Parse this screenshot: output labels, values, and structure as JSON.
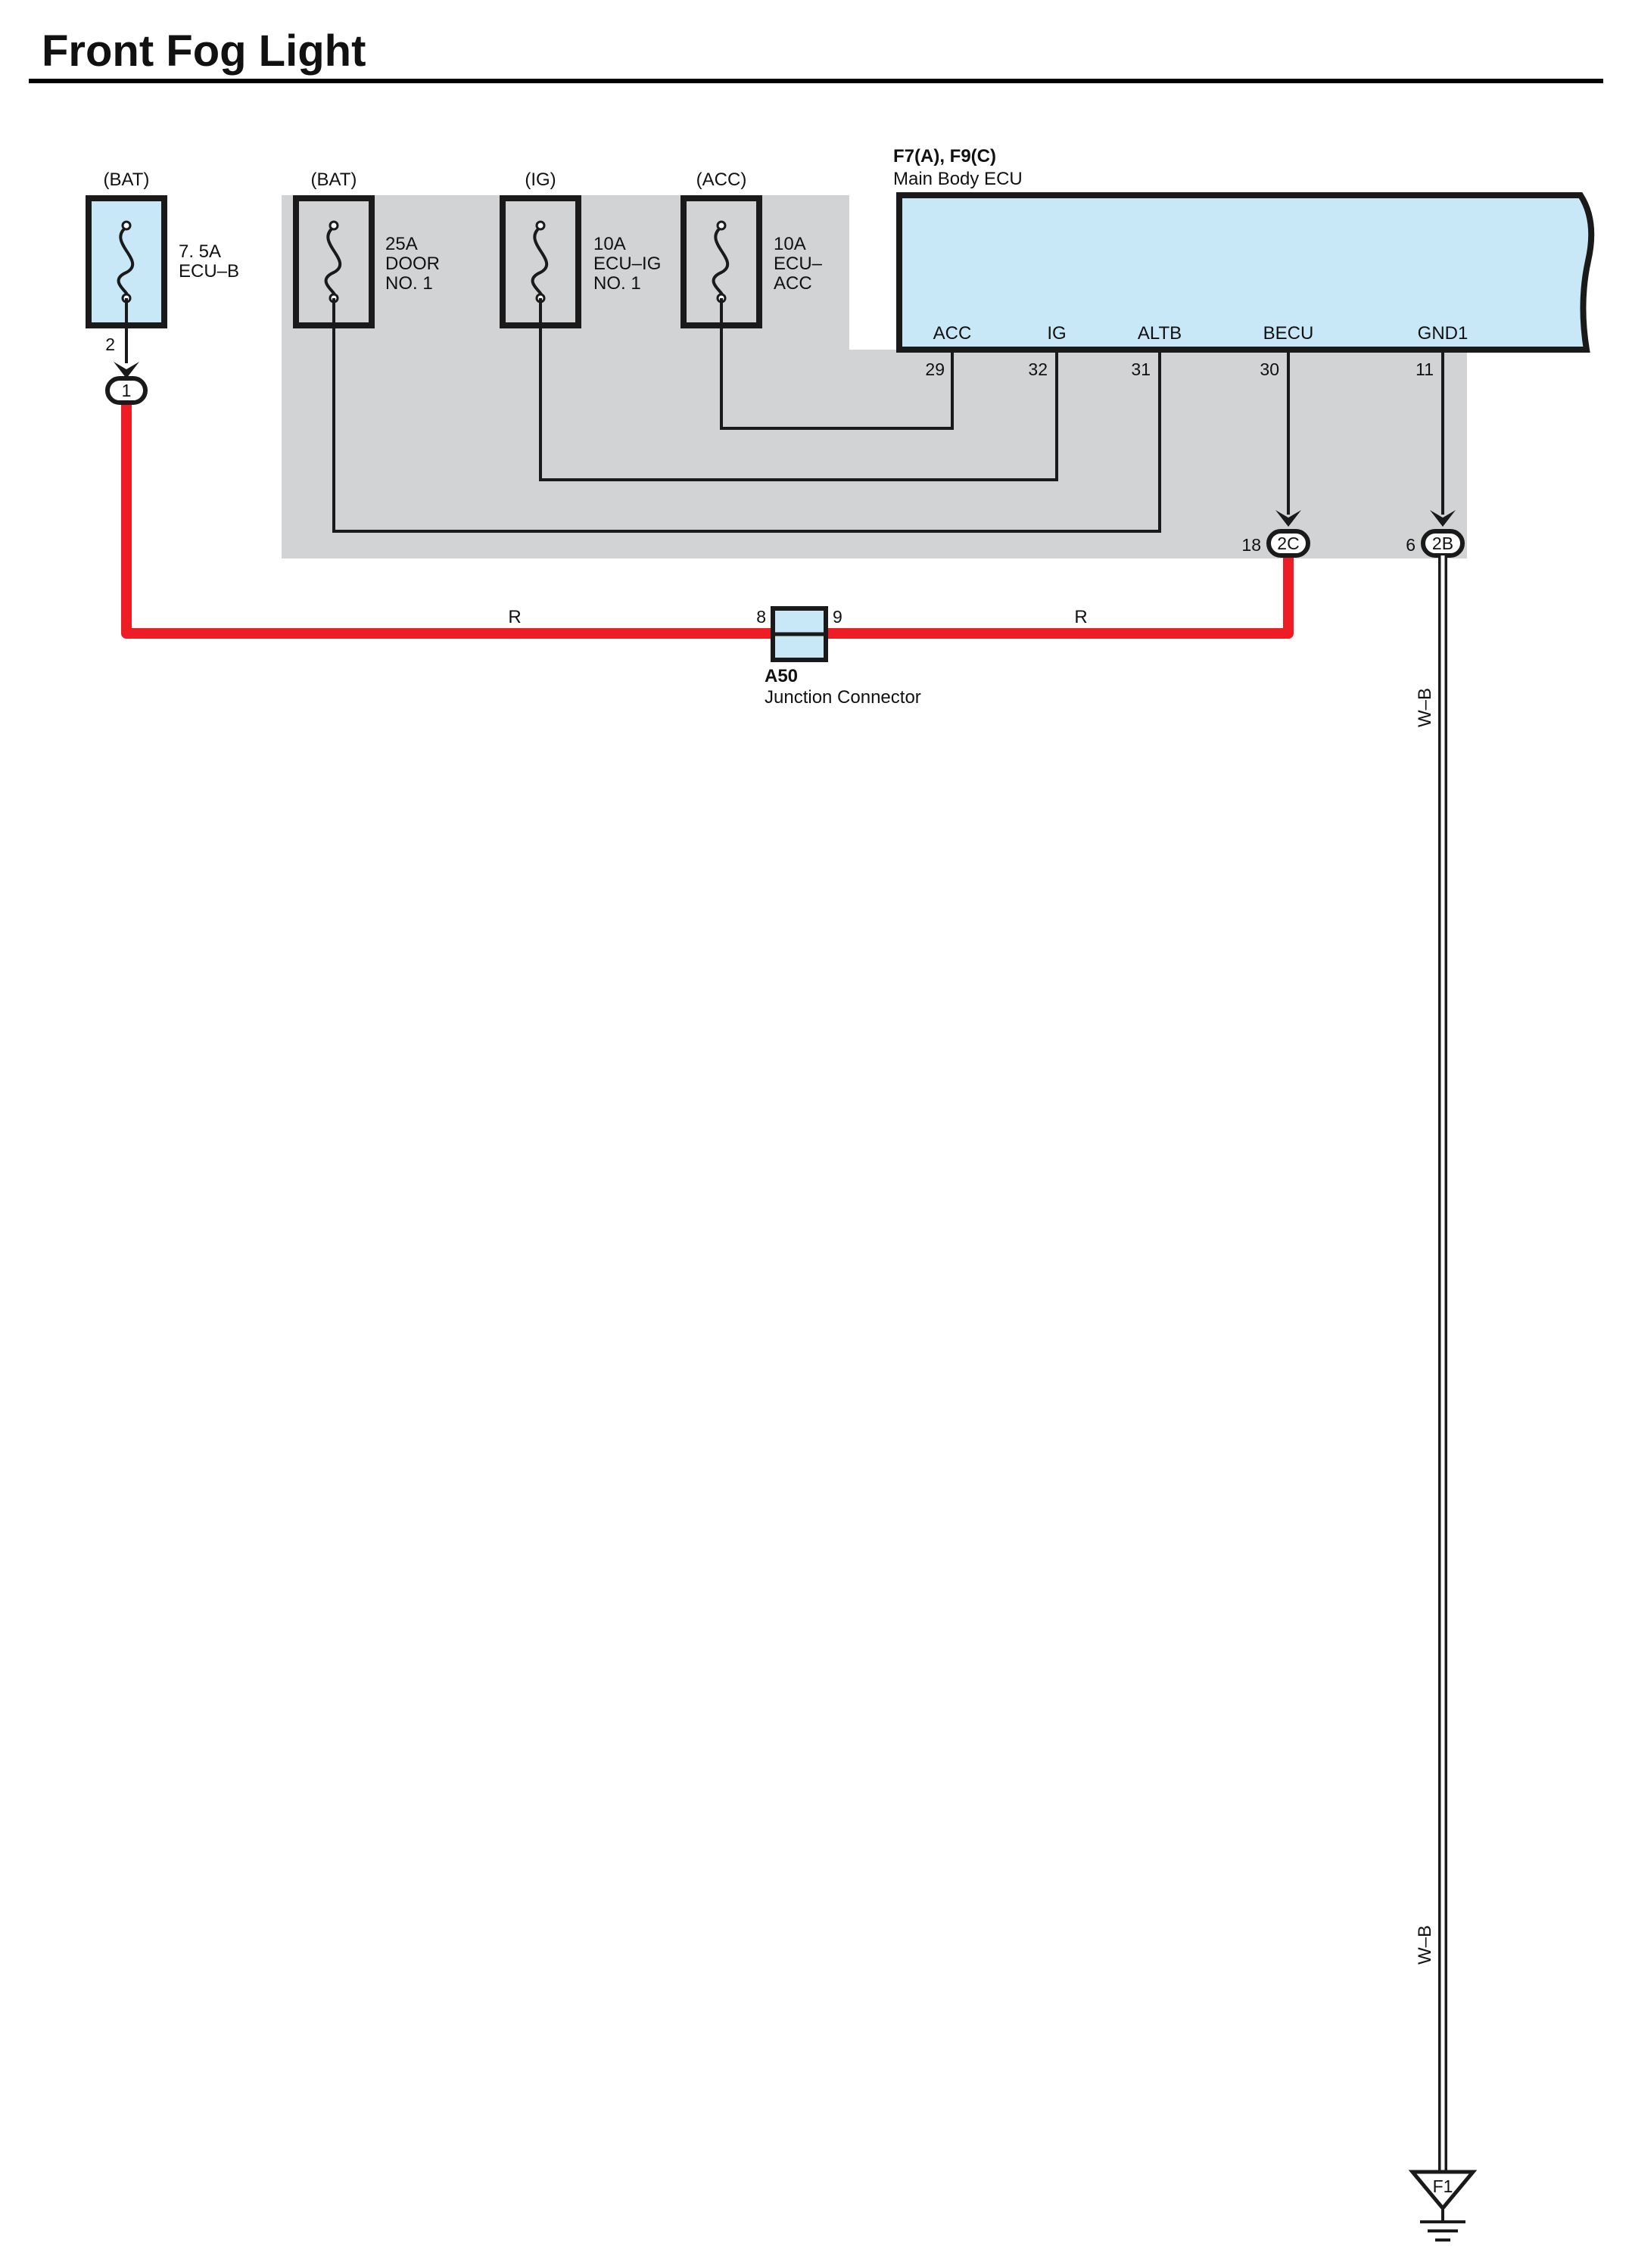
{
  "title": "Front Fog Light",
  "fuses": [
    {
      "source": "(BAT)",
      "rating": "7. 5A",
      "name1": "ECU–B",
      "name2": "",
      "pin_out": "2"
    },
    {
      "source": "(BAT)",
      "rating": "25A",
      "name1": "DOOR",
      "name2": "NO. 1"
    },
    {
      "source": "(IG)",
      "rating": "10A",
      "name1": "ECU–IG",
      "name2": "NO. 1"
    },
    {
      "source": "(ACC)",
      "rating": "10A",
      "name1": "ECU–",
      "name2": "ACC"
    }
  ],
  "ecu": {
    "code": "F7(A), F9(C)",
    "name": "Main Body ECU",
    "terminals": [
      {
        "name": "ACC",
        "pin": "29"
      },
      {
        "name": "IG",
        "pin": "32"
      },
      {
        "name": "ALTB",
        "pin": "31"
      },
      {
        "name": "BECU",
        "pin": "30"
      },
      {
        "name": "GND1",
        "pin": "11"
      }
    ]
  },
  "connectors": {
    "fuse_out": {
      "label": "1"
    },
    "becu_conn": {
      "label": "2C",
      "pin": "18"
    },
    "gnd_conn": {
      "label": "2B",
      "pin": "6"
    }
  },
  "junction": {
    "code": "A50",
    "name": "Junction Connector",
    "pin_left": "8",
    "pin_right": "9"
  },
  "wires": {
    "red_left": "R",
    "red_right": "R",
    "ground_upper": "W–B",
    "ground_lower": "W–B"
  },
  "ground": {
    "label": "F1"
  },
  "colors": {
    "red_wire": "#ee1c24",
    "component_fill": "#c9e8f7",
    "junction_block_fill": "#d1d3d4",
    "line": "#1a1a1a"
  }
}
